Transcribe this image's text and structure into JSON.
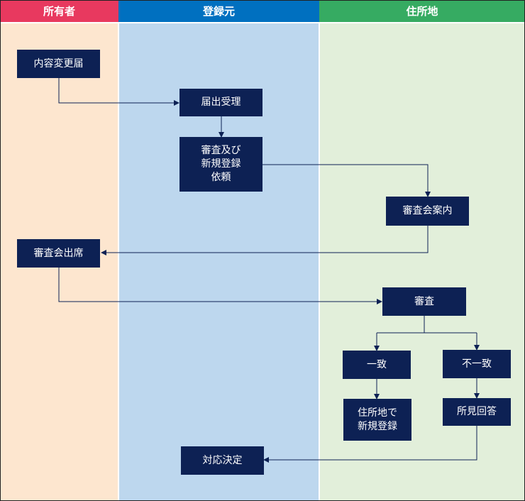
{
  "lanes": {
    "owner": "所有者",
    "registrar": "登録元",
    "residence": "住所地"
  },
  "steps": {
    "change_notice": "内容変更届",
    "receipt": "届出受理",
    "review_request": "審査及び\n新規登録\n依頼",
    "meeting_notice": "審査会案内",
    "meeting_attend": "審査会出席",
    "review": "審査",
    "match": "一致",
    "mismatch": "不一致",
    "new_registration": "住所地で\n新規登録",
    "opinion": "所見回答",
    "decision": "対応決定"
  },
  "colors": {
    "owner_header": "#e8395f",
    "registrar_header": "#0070c0",
    "residence_header": "#36ab62",
    "owner_lane": "#fde6cf",
    "registrar_lane": "#bdd7ee",
    "residence_lane": "#e2efda",
    "box": "#0d2154"
  }
}
